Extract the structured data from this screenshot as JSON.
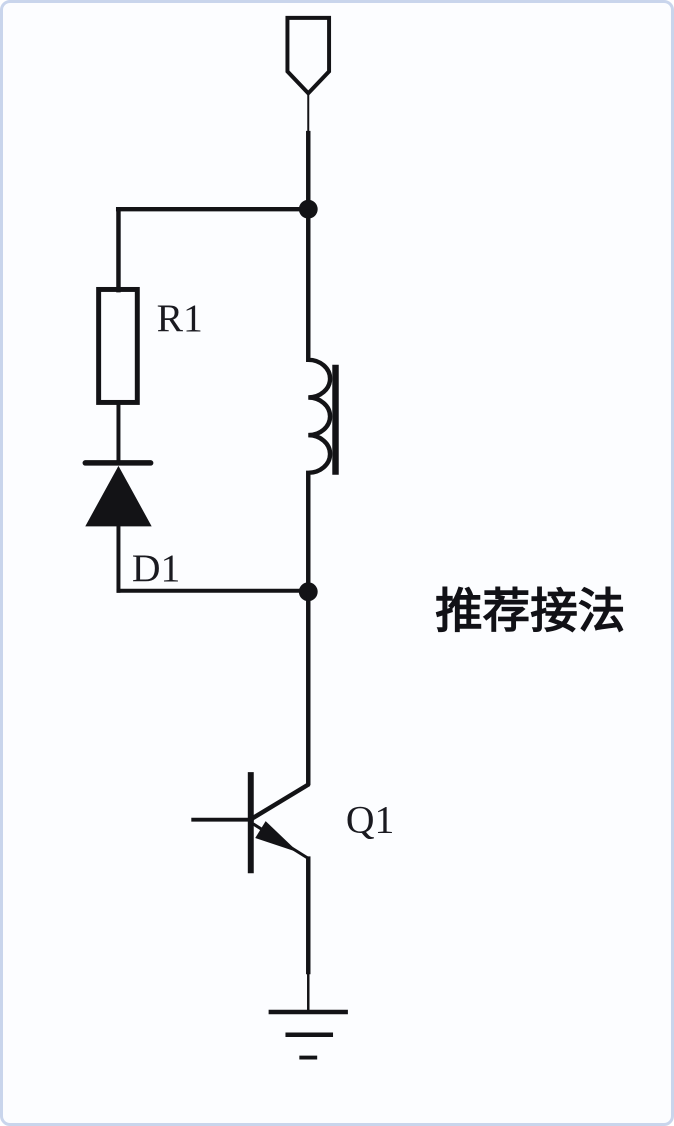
{
  "figure": {
    "type": "circuit-schematic",
    "annotation": "推荐接法",
    "colors": {
      "wire": "#131316",
      "background": "#fcfdff",
      "border": "#c9d5ec"
    }
  },
  "components": {
    "resistor": {
      "label": "R1"
    },
    "diode": {
      "label": "D1"
    },
    "transistor": {
      "label": "Q1"
    }
  }
}
